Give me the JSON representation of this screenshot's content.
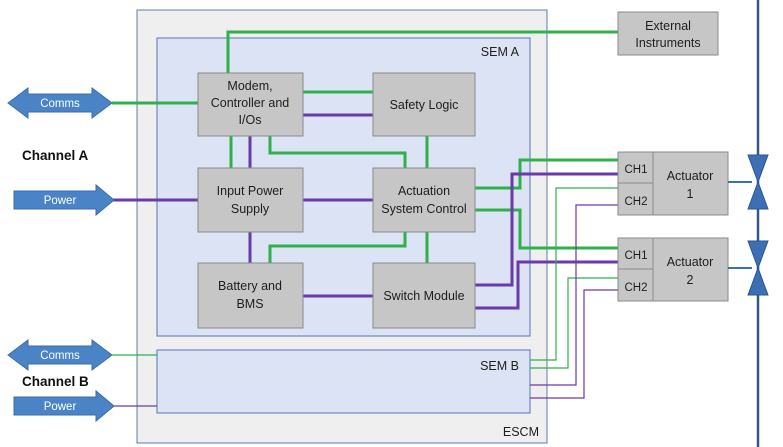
{
  "containers": {
    "escm": "ESCM",
    "sem_a": "SEM A",
    "sem_b": "SEM B"
  },
  "blocks": {
    "modem": [
      "Modem,",
      "Controller and",
      "I/Os"
    ],
    "safety": "Safety Logic",
    "input_power": [
      "Input Power",
      "Supply"
    ],
    "actuation": [
      "Actuation",
      "System Control"
    ],
    "battery": [
      "Battery and",
      "BMS"
    ],
    "switch": "Switch Module",
    "external": [
      "External",
      "Instruments"
    ]
  },
  "channels": {
    "a": "Channel A",
    "b": "Channel B"
  },
  "arrows": {
    "comms_a": "Comms",
    "power_a": "Power",
    "comms_b": "Comms",
    "power_b": "Power"
  },
  "actuators": [
    {
      "ch1": "CH1",
      "ch2": "CH2",
      "name": [
        "Actuator",
        "1"
      ]
    },
    {
      "ch1": "CH1",
      "ch2": "CH2",
      "name": [
        "Actuator",
        "2"
      ]
    }
  ],
  "colors": {
    "communication_line": "#2fb04a",
    "power_line": "#6a3aa8",
    "arrow_fill": "#4a83c6",
    "sem_fill": "#dbe3f4",
    "escm_fill": "#efefef",
    "block_fill": "#c6c6c6"
  }
}
